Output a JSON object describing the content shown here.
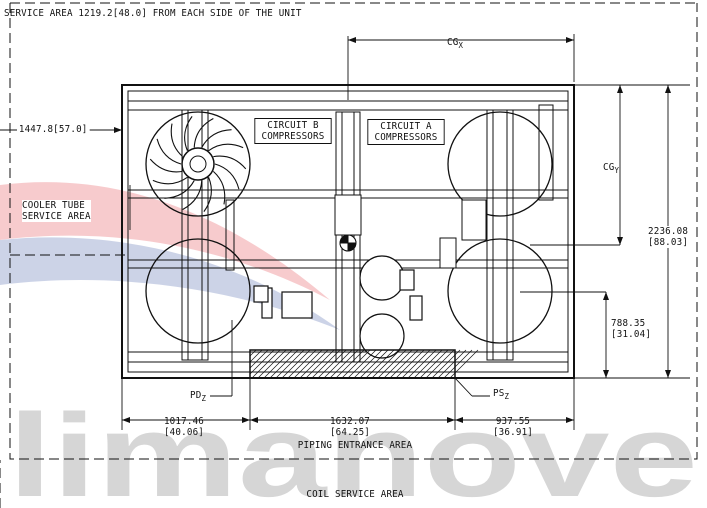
{
  "labels": {
    "service_area": "SERVICE AREA 1219.2[48.0] FROM EACH SIDE OF THE UNIT",
    "cg_x": "CG",
    "cg_x_sub": "X",
    "cg_y": "CG",
    "cg_y_sub": "Y",
    "dim_left": "1447.8[57.0]",
    "cooler_line1": "COOLER TUBE",
    "cooler_line2": "SERVICE AREA",
    "circuit_b_line1": "CIRCUIT B",
    "circuit_b_line2": "COMPRESSORS",
    "circuit_a_line1": "CIRCUIT A",
    "circuit_a_line2": "COMPRESSORS",
    "dim_height_mm": "2236.08",
    "dim_height_in": "[88.03]",
    "dim_ps_mm": "788.35",
    "dim_ps_in": "[31.04]",
    "pd": "PD",
    "pd_sub": "Z",
    "ps": "PS",
    "ps_sub": "Z",
    "dim_a_mm": "1017.46",
    "dim_a_in": "[40.06]",
    "dim_b_mm": "1632.07",
    "dim_b_in": "[64.25]",
    "dim_c_mm": "937.55",
    "dim_c_in": "[36.91]",
    "piping": "PIPING ENTRANCE AREA",
    "coil": "COIL SERVICE AREA",
    "watermark": "limanove"
  },
  "colors": {
    "line": "#111111",
    "watermark": "#c8c8c8",
    "accent_red": "#e3343c",
    "accent_blue": "#3a55a4"
  }
}
